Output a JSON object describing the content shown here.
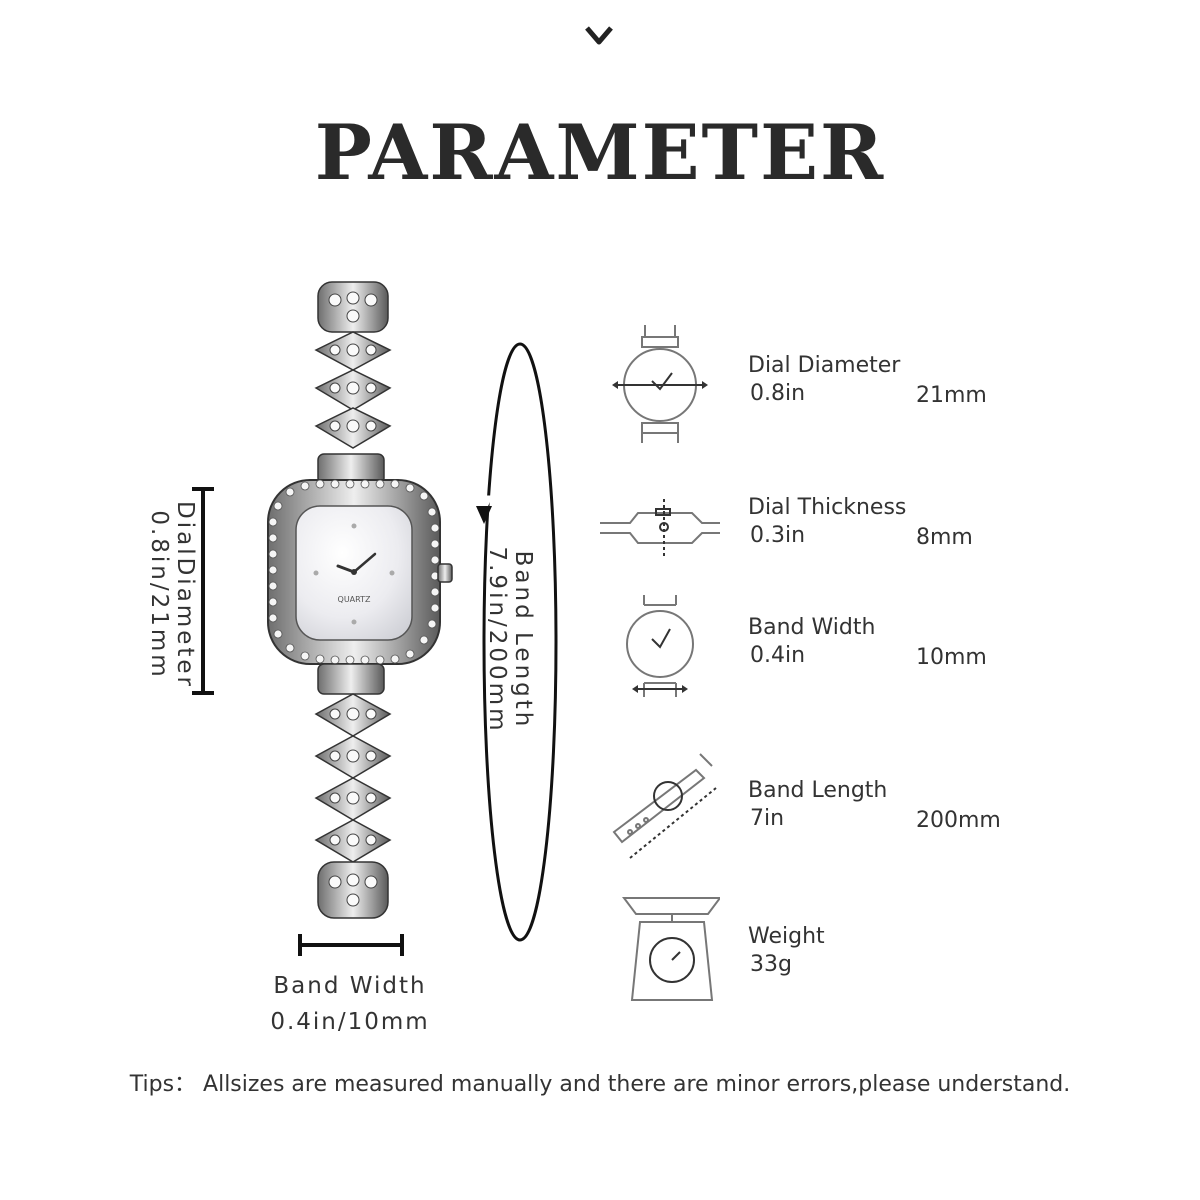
{
  "header": {
    "title": "PARAMETER",
    "chevron_icon": "chevron-down-icon"
  },
  "figure": {
    "dial_label": {
      "line1": "DialDiameter",
      "line2": "0.8in/21mm"
    },
    "band_length_label": {
      "line1": "Band Length",
      "line2": "7.9in/200mm"
    },
    "band_width_label": {
      "line1": "Band Width",
      "line2": "0.4in/10mm"
    },
    "dial_text": "QUARTZ"
  },
  "specs": [
    {
      "name": "Dial Diameter",
      "inch": "0.8in",
      "mm": "21mm",
      "icon": "watch-dial-diameter-icon"
    },
    {
      "name": "Dial Thickness",
      "inch": "0.3in",
      "mm": "8mm",
      "icon": "watch-side-thickness-icon"
    },
    {
      "name": "Band Width",
      "inch": "0.4in",
      "mm": "10mm",
      "icon": "watch-band-width-icon"
    },
    {
      "name": "Band Length",
      "inch": "7in",
      "mm": "200mm",
      "icon": "watch-band-length-icon"
    },
    {
      "name": "Weight",
      "inch": "33g",
      "mm": "",
      "icon": "scale-icon"
    }
  ],
  "footer": {
    "tips": "Tips： Allsizes are measured manually and there are minor errors,please understand."
  },
  "colors": {
    "text": "#2a2a2a",
    "icon_stroke": "#666666",
    "metal": "#b8b8b8"
  }
}
